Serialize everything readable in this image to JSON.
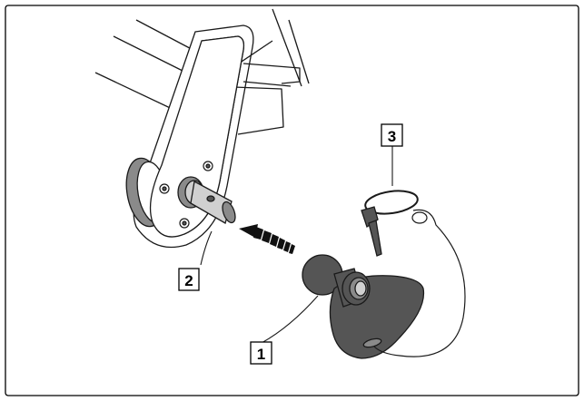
{
  "colors": {
    "frame": "#000000",
    "line": "#1a1a1a",
    "metal_dark": "#555555",
    "metal_mid": "#8a8a8a",
    "metal_light": "#d0d0d0",
    "background": "#ffffff"
  },
  "callouts": [
    {
      "id": "1",
      "label": "1"
    },
    {
      "id": "2",
      "label": "2"
    },
    {
      "id": "3",
      "label": "3"
    }
  ]
}
